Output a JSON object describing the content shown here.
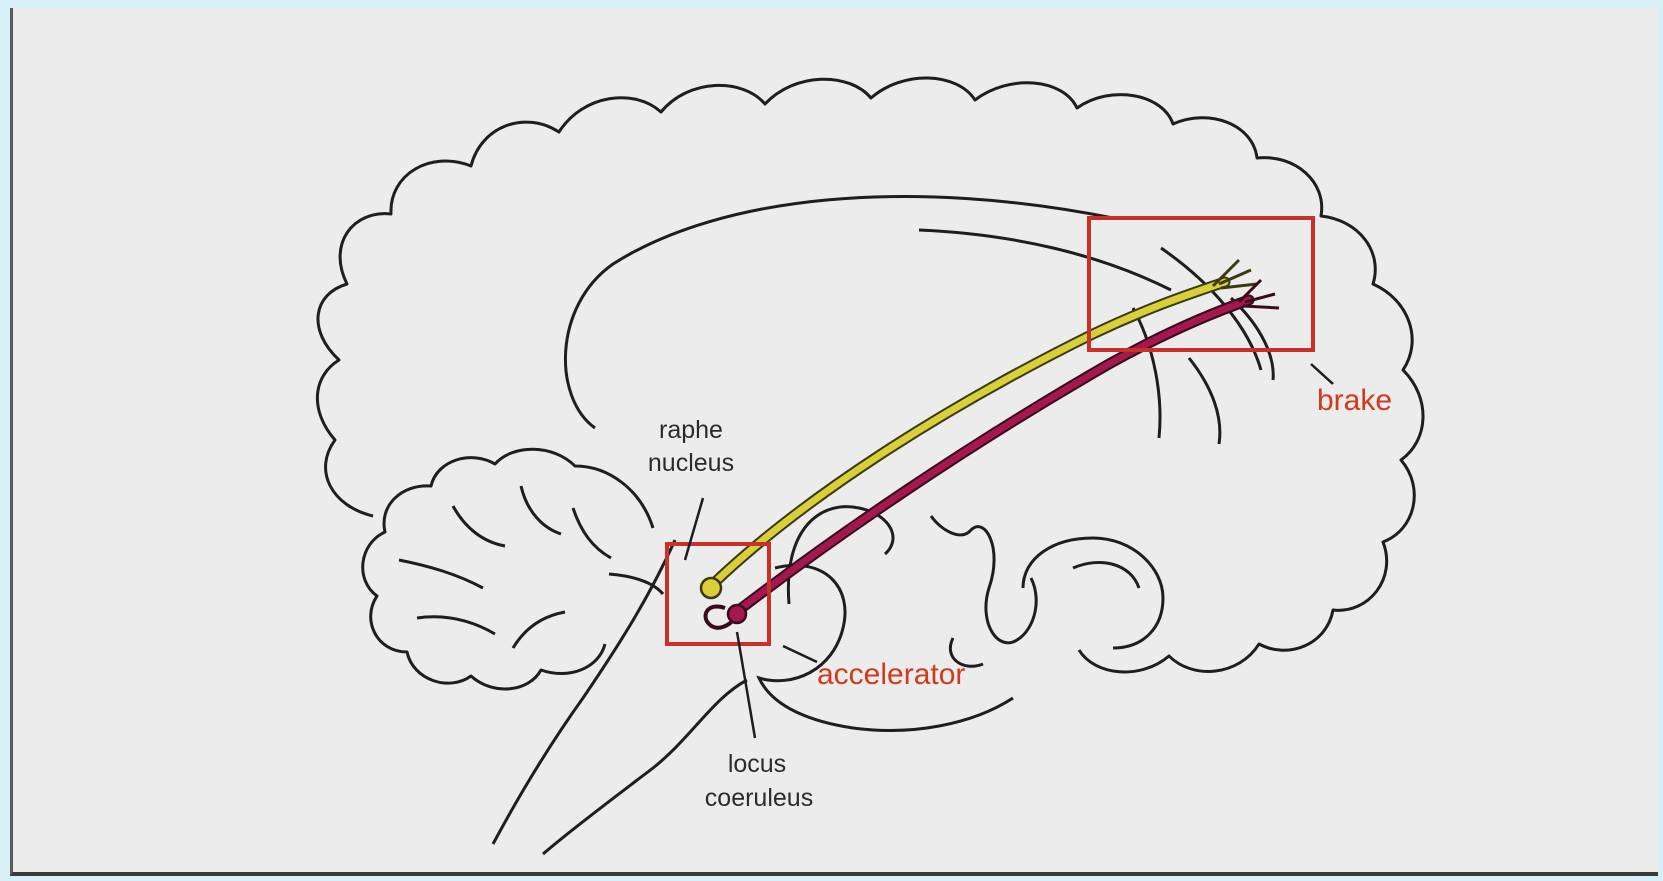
{
  "labels": {
    "raphe_line1": "raphe",
    "raphe_line2": "nucleus",
    "locus_line1": "locus",
    "locus_line2": "coeruleus",
    "accelerator": "accelerator",
    "brake": "brake"
  },
  "colors": {
    "frame_bg": "#d8f1f6",
    "canvas_bg": "#ececec",
    "outline": "#1e1e1e",
    "highlight_box": "#c8312a",
    "highlight_label": "#cf3b1f",
    "serotonin_pathway": "#d9cf3a",
    "norepinephrine_pathway": "#a3194f"
  }
}
